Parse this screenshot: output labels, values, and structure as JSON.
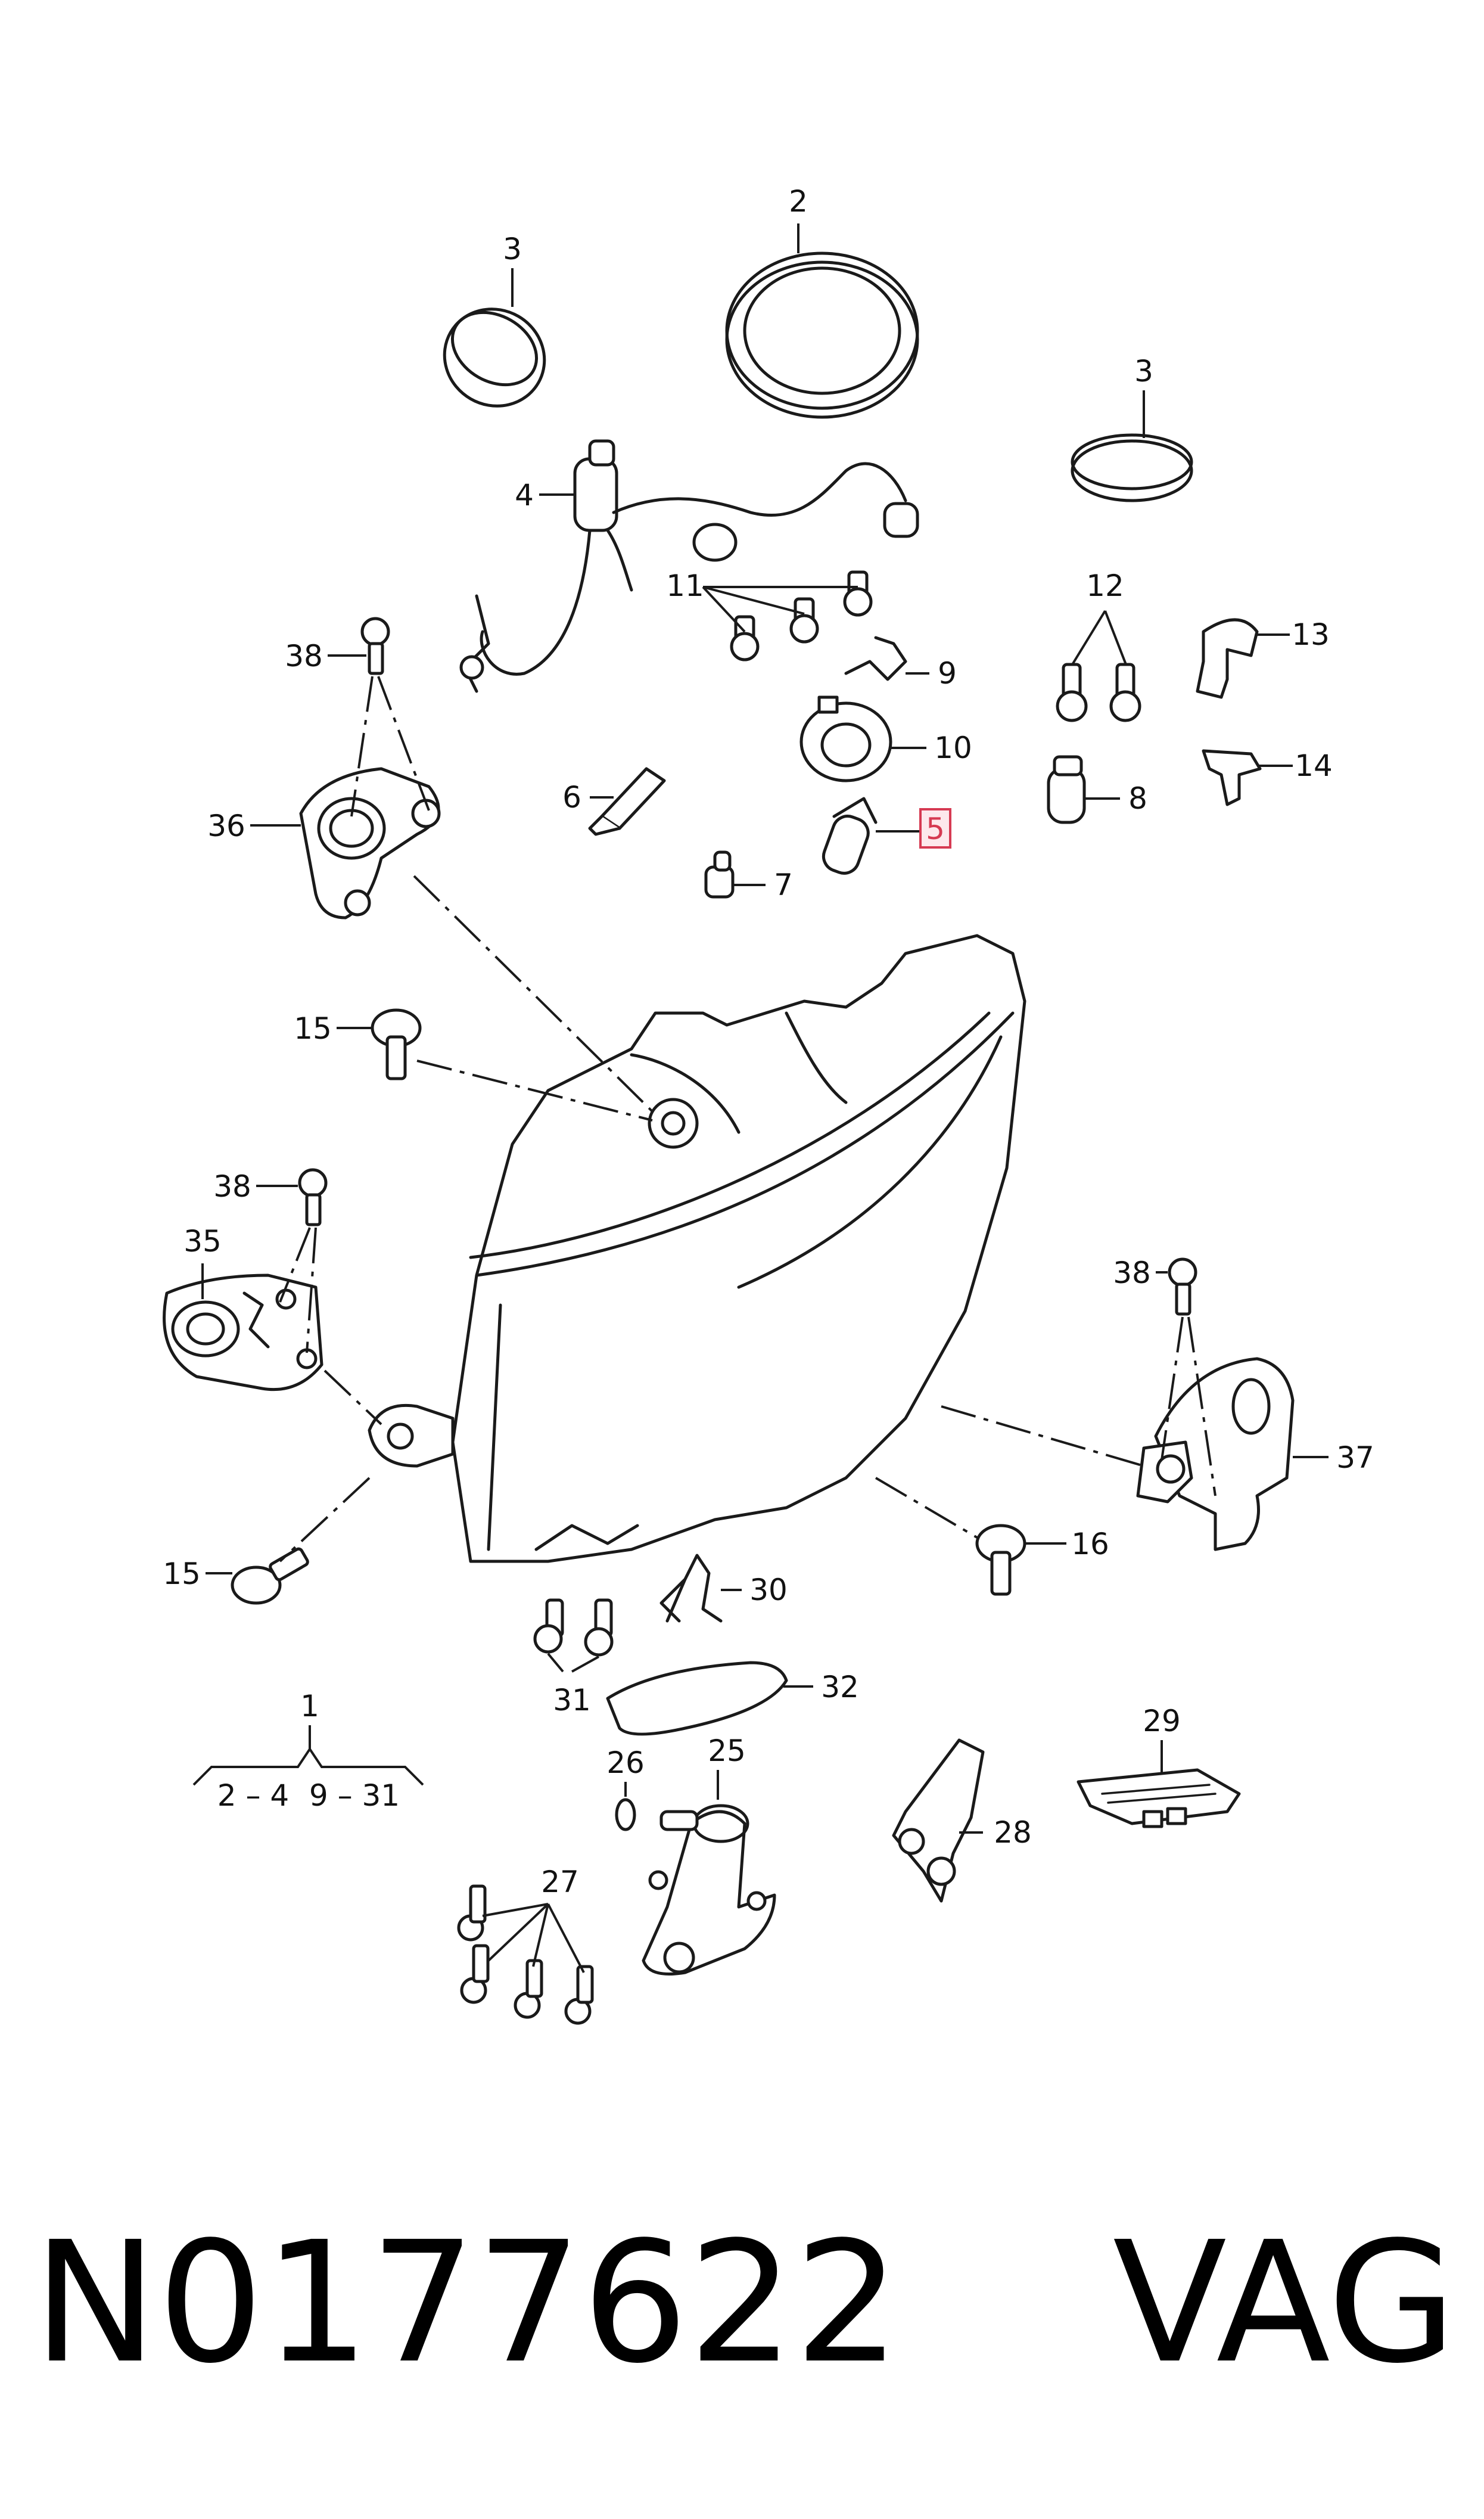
{
  "diagram": {
    "callouts": {
      "c1": "1",
      "c1_range_a": "2 – 4",
      "c1_range_b": "9 – 31",
      "c2": "2",
      "c3a": "3",
      "c3b": "3",
      "c4": "4",
      "c5": "5",
      "c6": "6",
      "c7": "7",
      "c8": "8",
      "c9": "9",
      "c10": "10",
      "c11": "11",
      "c12": "12",
      "c13": "13",
      "c14": "14",
      "c15a": "15",
      "c15b": "15",
      "c16": "16",
      "c25": "25",
      "c26": "26",
      "c27": "27",
      "c28": "28",
      "c29": "29",
      "c30": "30",
      "c31": "31",
      "c32": "32",
      "c35": "35",
      "c36": "36",
      "c37": "37",
      "c38a": "38",
      "c38b": "38",
      "c38c": "38"
    },
    "highlight_color": "#d63a52"
  },
  "caption": {
    "part_number": "N0177622",
    "brand": "VAG"
  }
}
